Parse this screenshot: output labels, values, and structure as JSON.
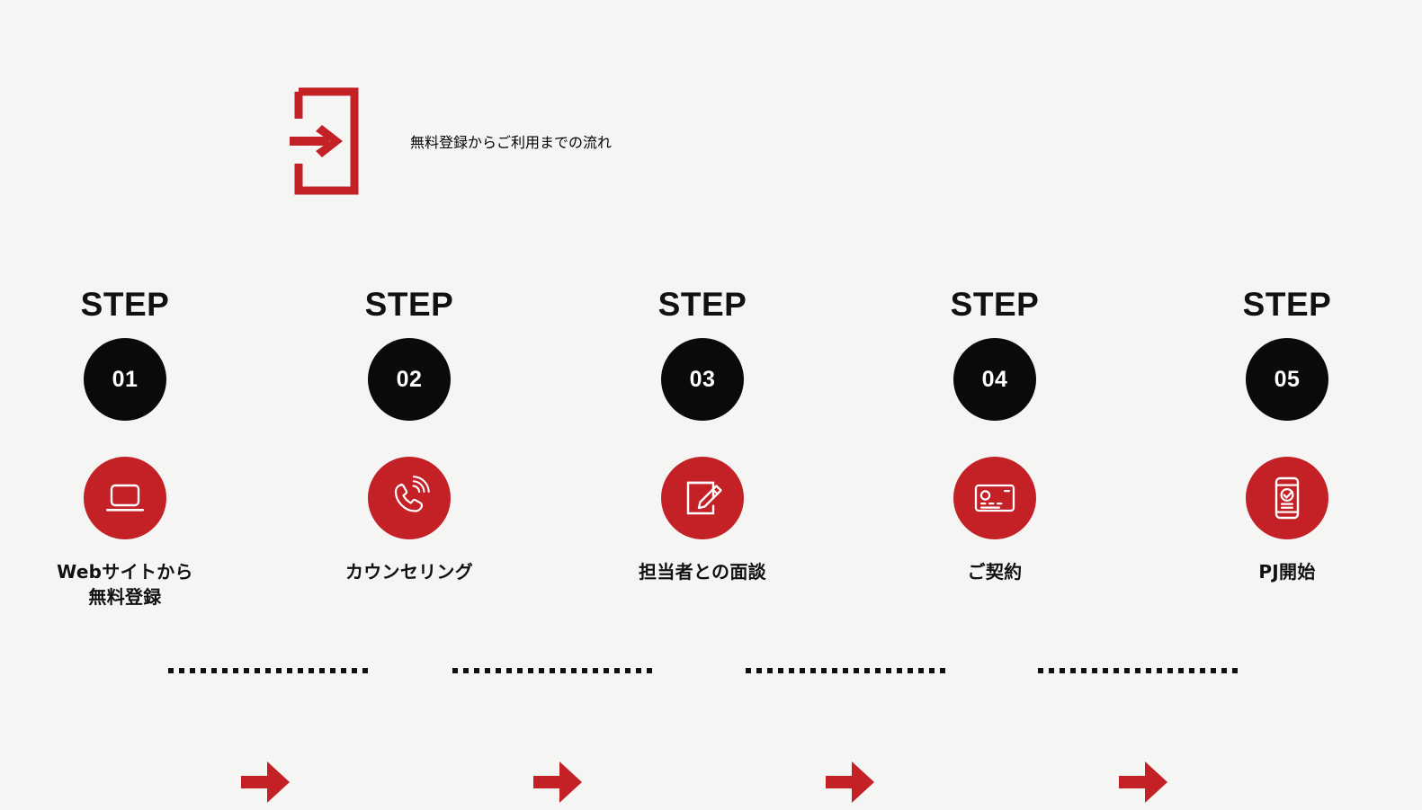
{
  "page": {
    "background_color": "#f5f5f4",
    "accent_color": "#c42127",
    "dark_color": "#0a0a0a"
  },
  "header": {
    "icon": "login-enter-icon",
    "title": "無料登録からご利用までの流れ"
  },
  "flow": {
    "step_word": "STEP",
    "arrow_icon": "arrow-right-icon",
    "connector": "dotted-line",
    "steps": [
      {
        "number": "01",
        "icon": "laptop-icon",
        "label_line1": "Webサイトから",
        "label_line2": "無料登録"
      },
      {
        "number": "02",
        "icon": "phone-call-icon",
        "label_line1": "カウンセリング",
        "label_line2": ""
      },
      {
        "number": "03",
        "icon": "document-pencil-icon",
        "label_line1": "担当者との面談",
        "label_line2": ""
      },
      {
        "number": "04",
        "icon": "credit-card-icon",
        "label_line1": "ご契約",
        "label_line2": ""
      },
      {
        "number": "05",
        "icon": "smartphone-check-icon",
        "label_line1": "PJ開始",
        "label_line2": ""
      }
    ]
  }
}
